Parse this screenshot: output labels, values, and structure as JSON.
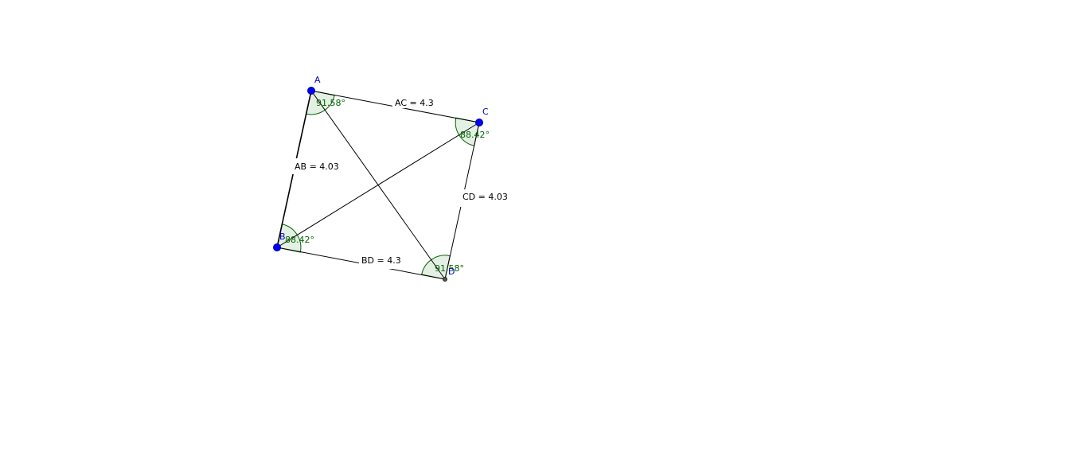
{
  "points": {
    "A": {
      "label": "A"
    },
    "B": {
      "label": "B"
    },
    "C": {
      "label": "C"
    },
    "D": {
      "label": "D"
    }
  },
  "segments": {
    "AB": {
      "label": "AB = 4.03"
    },
    "AC": {
      "label": "AC = 4.3"
    },
    "CD": {
      "label": "CD = 4.03"
    },
    "BD": {
      "label": "BD = 4.3"
    }
  },
  "angles": {
    "A": {
      "label": "91.58°"
    },
    "B": {
      "label": "88.42°"
    },
    "C": {
      "label": "88.42°"
    },
    "D": {
      "label": "91.58°"
    }
  },
  "colors": {
    "free_point": "#0000ff",
    "dependent_point": "#555555",
    "angle_fill": "#d9ead9",
    "angle_text": "#006400",
    "point_label": "#0000cc"
  }
}
